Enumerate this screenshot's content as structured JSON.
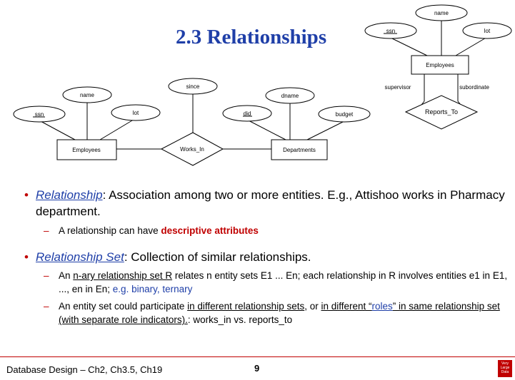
{
  "title": "2.3 Relationships",
  "diagram_left": {
    "entity_employees": "Employees",
    "entity_departments": "Departments",
    "relationship": "Works_In",
    "attr_ssn": "ssn",
    "attr_name": "name",
    "attr_lot": "lot",
    "attr_since": "since",
    "attr_did": "did",
    "attr_dname": "dname",
    "attr_budget": "budget"
  },
  "diagram_right": {
    "attr_name": "name",
    "attr_ssn": "ssn",
    "attr_lot": "lot",
    "entity_employees": "Employees",
    "role_supervisor": "supervisor",
    "role_subordinate": "subordinate",
    "relationship": "Reports_To"
  },
  "bullets": {
    "b1_term": "Relationship",
    "b1_text": ":  Association among two or more entities.  E.g., Attishoo works in Pharmacy department.",
    "b1_sub_text": "A relationship can have ",
    "b1_sub_bold": "descriptive attributes",
    "b2_term": "Relationship Set",
    "b2_text": ":  Collection of similar relationships.",
    "b2_sub1_a": "An ",
    "b2_sub1_ul": "n-ary relationship set R",
    "b2_sub1_b": " relates n entity sets E1 ... En; each relationship in R involves entities e1 in E1, ..., en  in En; ",
    "b2_sub1_blue": "e.g. binary, ternary",
    "b2_sub2_a": "An entity set could participate ",
    "b2_sub2_ul1": "in different relationship sets",
    "b2_sub2_b": ", or ",
    "b2_sub2_ul2a": "in different “",
    "b2_sub2_roles": "roles",
    "b2_sub2_ul2b": "” in same relationship set (with separate role indicators).",
    "b2_sub2_c": ": works_in vs. reports_to"
  },
  "footer": {
    "left": "Database Design – Ch2, Ch3.5, Ch19",
    "page": "9",
    "logo_line1": "Very",
    "logo_line2": "Large",
    "logo_line3": "Data"
  }
}
